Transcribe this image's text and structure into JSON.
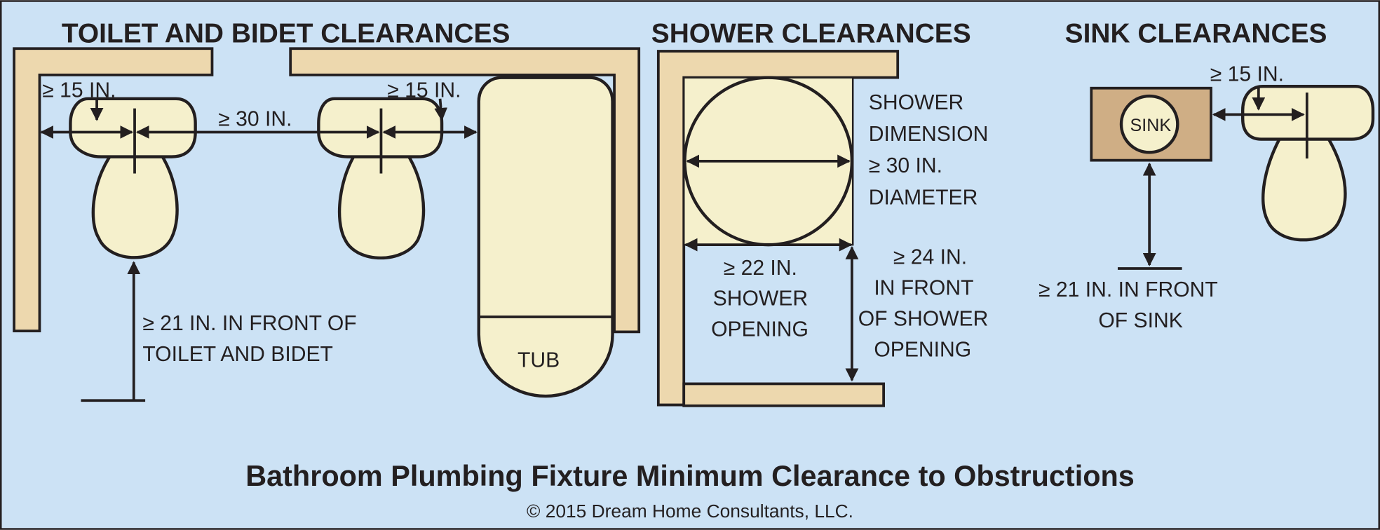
{
  "headings": {
    "toilet": "TOILET AND BIDET CLEARANCES",
    "shower": "SHOWER CLEARANCES",
    "sink": "SINK CLEARANCES"
  },
  "toilet_labels": {
    "side_left": "≥ 15 IN.",
    "between": "≥ 30 IN.",
    "side_right": "≥ 15 IN.",
    "front_line1": "≥ 21 IN. IN FRONT OF",
    "front_line2": "TOILET AND BIDET",
    "tub": "TUB"
  },
  "shower_labels": {
    "dim1": "SHOWER",
    "dim2": "DIMENSION",
    "dim3": "≥ 30 IN.",
    "dim4": "DIAMETER",
    "open1": "≥ 22 IN.",
    "open2": "SHOWER",
    "open3": "OPENING",
    "front1": "≥ 24 IN.",
    "front2": "IN FRONT",
    "front3": "OF SHOWER",
    "front4": "OPENING"
  },
  "sink_labels": {
    "side": "≥ 15 IN.",
    "sink": "SINK",
    "front1": "≥ 21 IN. IN FRONT",
    "front2": "OF SINK"
  },
  "footer": {
    "title": "Bathroom Plumbing Fixture Minimum Clearance to Obstructions",
    "copyright": "© 2015 Dream Home Consultants, LLC."
  },
  "colors": {
    "background": "#cce2f5",
    "wall": "#edd8ae",
    "fixture": "#f5f0cc",
    "counter": "#cfae85"
  }
}
